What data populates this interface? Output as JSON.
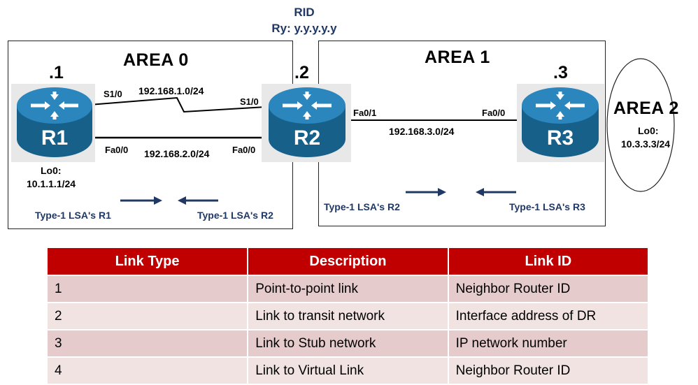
{
  "rid": {
    "title": "RID",
    "value": "Ry: y.y.y.y.y"
  },
  "areas": {
    "area0": "AREA 0",
    "area1": "AREA 1",
    "area2": "AREA 2"
  },
  "routers": {
    "r1": {
      "name": "R1",
      "suffix": ".1",
      "loopback_label": "Lo0:",
      "loopback": "10.1.1.1/24"
    },
    "r2": {
      "name": "R2",
      "suffix": ".2"
    },
    "r3": {
      "name": "R3",
      "suffix": ".3",
      "loopback_label": "Lo0:",
      "loopback": "10.3.3.3/24"
    }
  },
  "links": {
    "r1_s10": "S1/0",
    "r2_s10": "S1/0",
    "serial_net": "192.168.1.0/24",
    "r1_fa00": "Fa0/0",
    "r2_fa00": "Fa0/0",
    "eth_net": "192.168.2.0/24",
    "r2_fa01": "Fa0/1",
    "r3_fa00": "Fa0/0",
    "area1_net": "192.168.3.0/24"
  },
  "lsa_labels": {
    "a0_r1": "Type-1 LSA's R1",
    "a0_r2": "Type-1 LSA's R2",
    "a1_r2": "Type-1 LSA's R2",
    "a1_r3": "Type-1 LSA's R3"
  },
  "colors": {
    "router_blue": "#1b6f9d",
    "arrow_navy": "#1f3864",
    "table_header": "#c00000",
    "row_dark": "#e6cbcc",
    "row_light": "#f2e3e3"
  },
  "table": {
    "headers": [
      "Link Type",
      "Description",
      "Link ID"
    ],
    "rows": [
      [
        "1",
        "Point-to-point link",
        "Neighbor Router ID"
      ],
      [
        "2",
        "Link to transit network",
        "Interface address of DR"
      ],
      [
        "3",
        "Link to Stub network",
        "IP network number"
      ],
      [
        "4",
        "Link to Virtual Link",
        "Neighbor Router ID"
      ]
    ]
  }
}
